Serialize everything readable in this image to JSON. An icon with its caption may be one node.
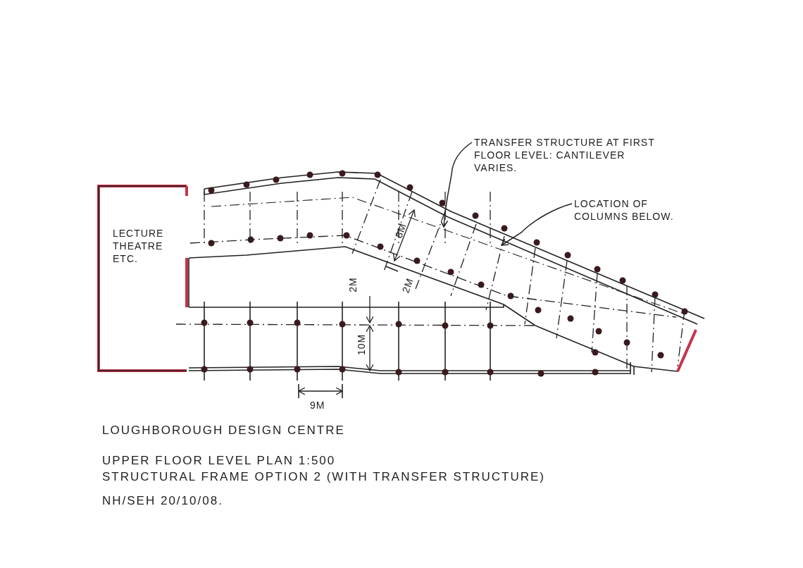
{
  "diagram": {
    "nodes": [
      {
        "text": [
          "TRANSFER STRUCTURE AT FIRST FLOOR LEVEL: CANTILEVER VARIES."
        ]
      },
      {
        "text": [
          "LOCATION OF COLUMNS BELOW."
        ]
      }
    ],
    "edges": [
      {
        "from": 0,
        "to": null,
        "arrow": "to"
      },
      {
        "from": 1,
        "to": null,
        "arrow": "to"
      }
    ],
    "labels": [
      "LECTURE THEATRE ETC.",
      "8M",
      "2M",
      "2M",
      "10M",
      "9M",
      "LOUGHBOROUGH DESIGN CENTRE",
      "UPPER FLOOR LEVEL PLAN 1:500",
      "STRUCTURAL FRAME OPTION 2 (WITH TRANSFER STRUCTURE)",
      "NH/SEH 20/10/08."
    ]
  }
}
